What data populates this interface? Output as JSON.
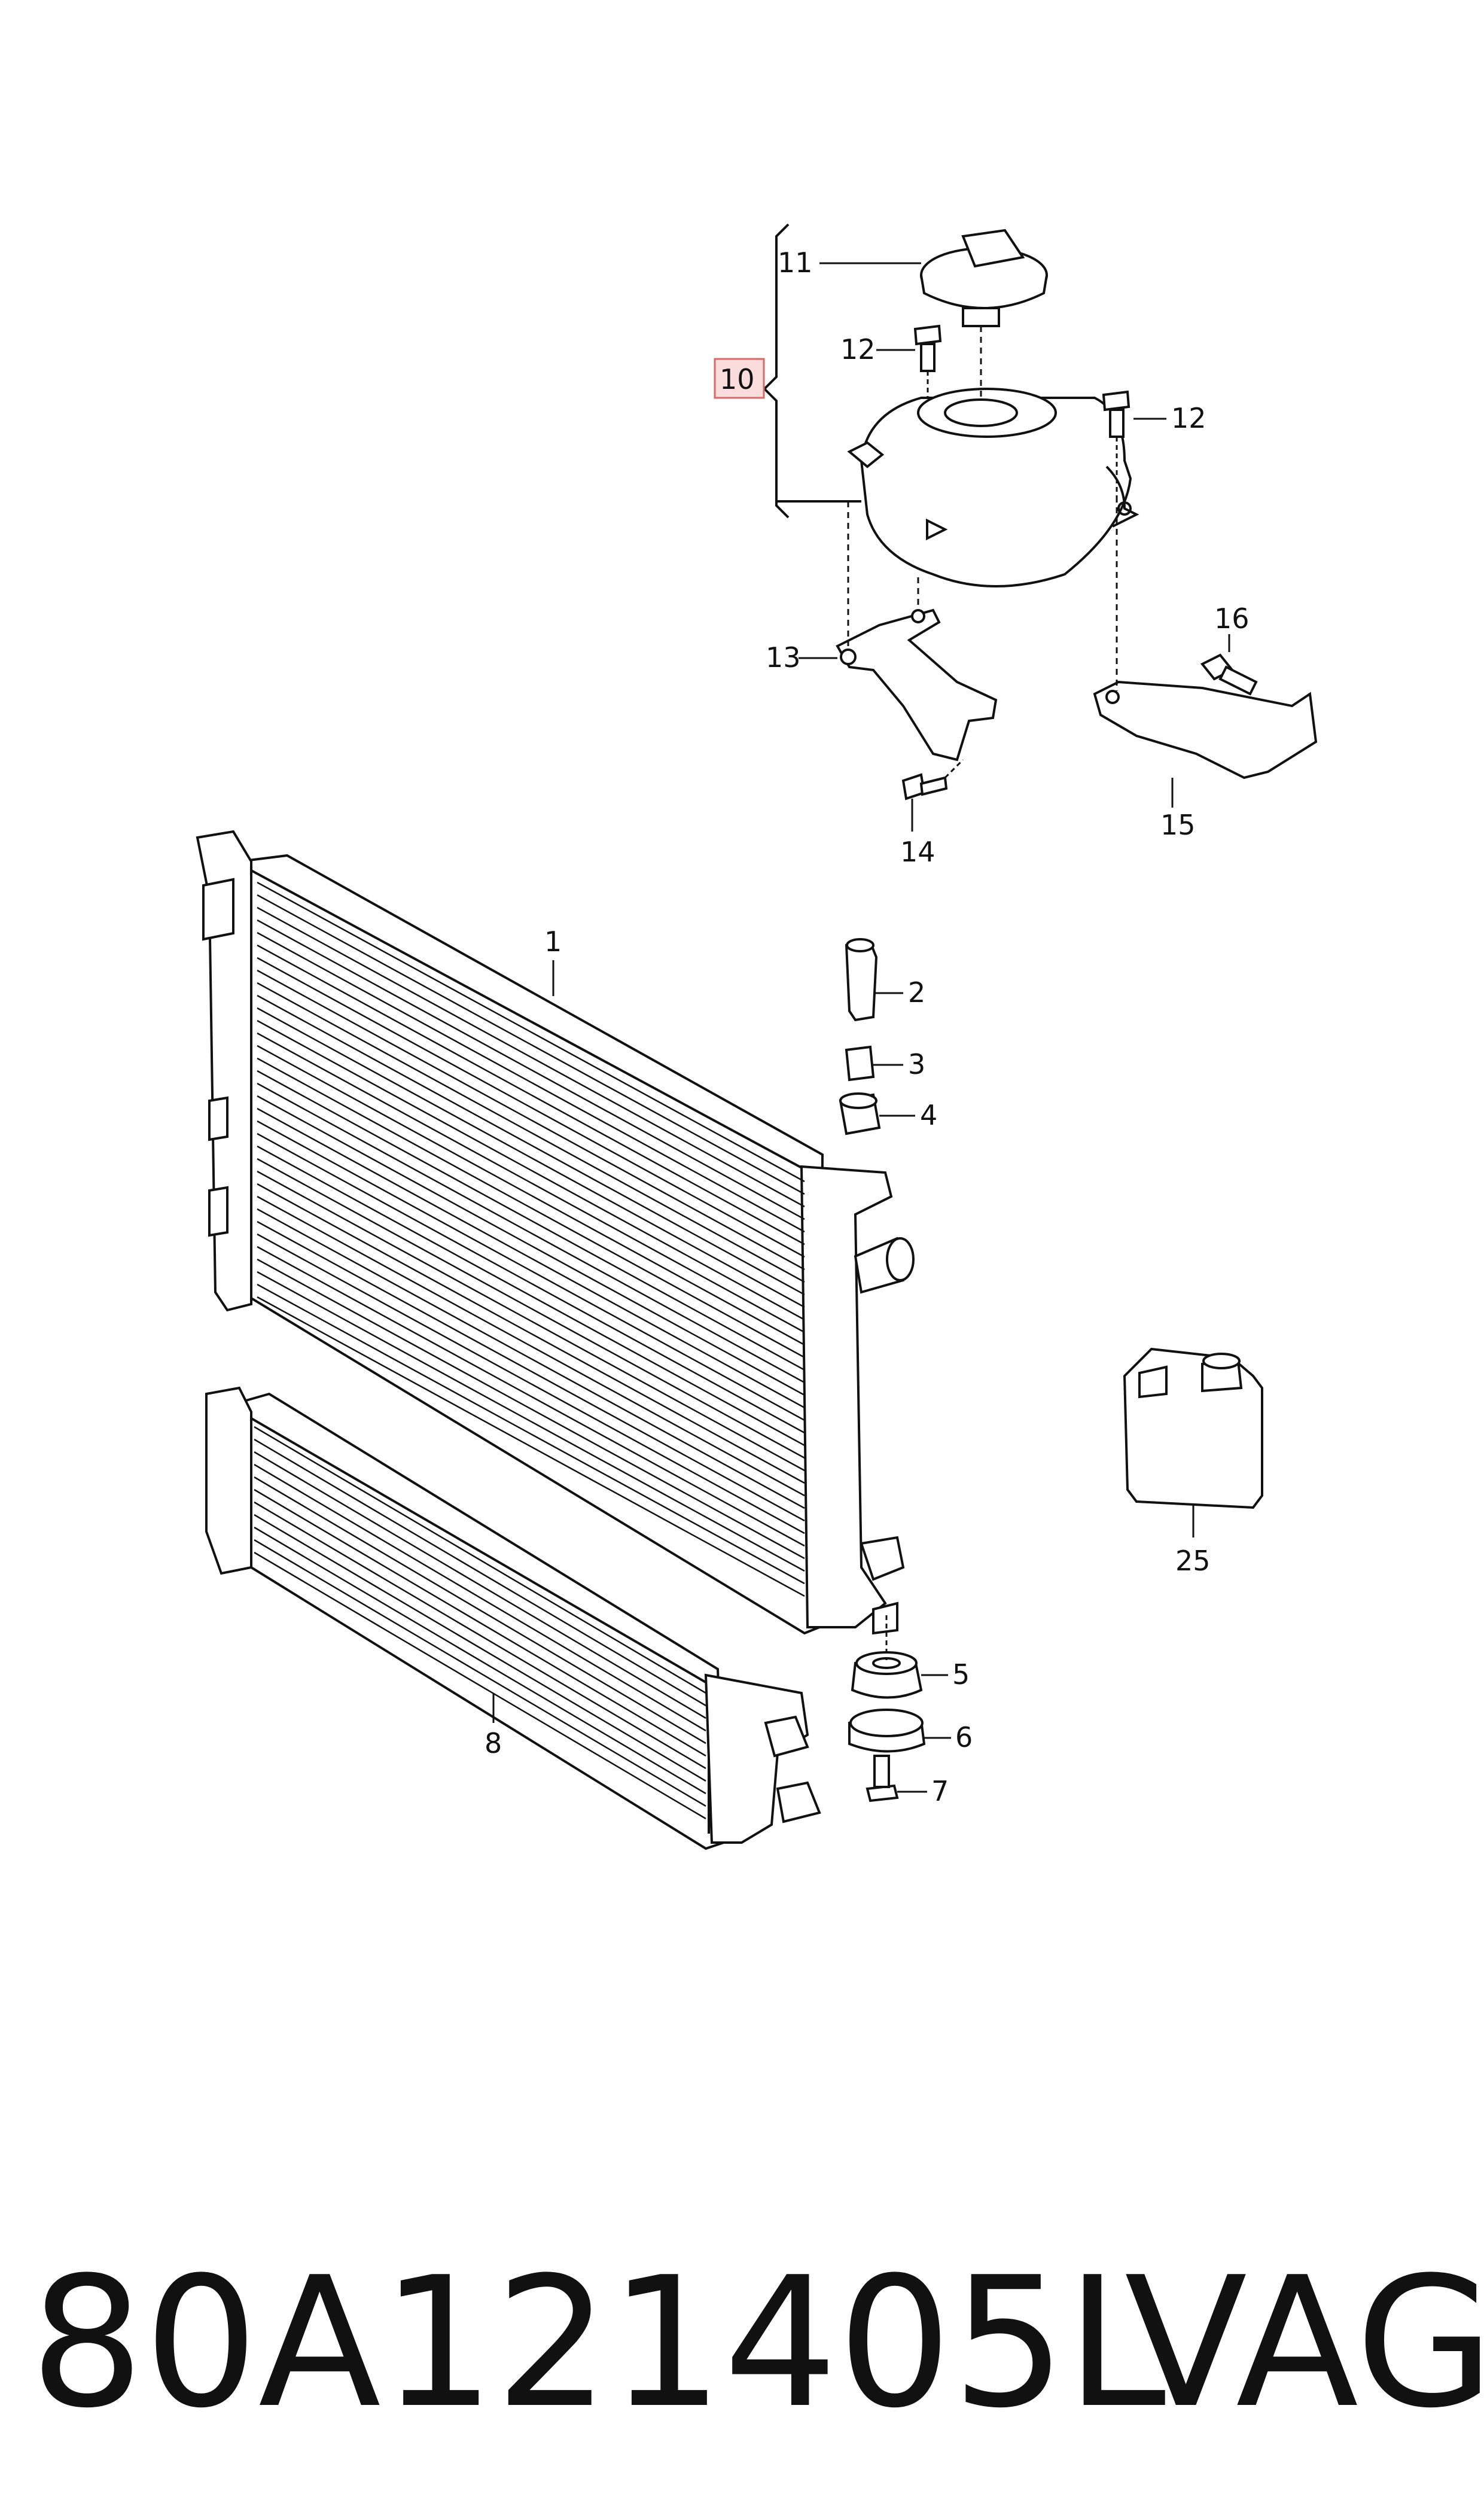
{
  "callouts": {
    "c1": "1",
    "c2": "2",
    "c3": "3",
    "c4": "4",
    "c5": "5",
    "c6": "6",
    "c7": "7",
    "c8": "8",
    "c10": "10",
    "c11": "11",
    "c12a": "12",
    "c12b": "12",
    "c13": "13",
    "c14": "14",
    "c15": "15",
    "c16": "16",
    "c25": "25"
  },
  "footer": {
    "part_number": "80A121405L",
    "brand": "VAG"
  },
  "colors": {
    "line": "#111111",
    "highlight_fill": "#fbdcdc",
    "highlight_stroke": "#d46a6a"
  }
}
